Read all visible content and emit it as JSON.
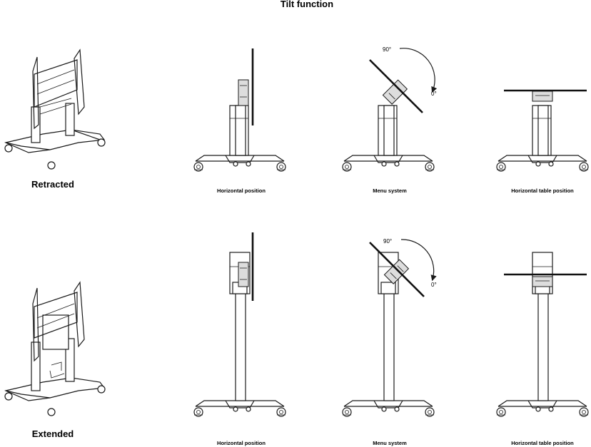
{
  "title": "Tilt function",
  "rows": [
    {
      "label": "Retracted",
      "captions": [
        "Horizontal position",
        "Menu system",
        "Horizontal table position"
      ]
    },
    {
      "label": "Extended",
      "captions": [
        "Horizontal position",
        "Menu system",
        "Horizontal table position"
      ]
    }
  ],
  "angles": {
    "start": "90°",
    "end": "0°"
  },
  "colors": {
    "line": "#1a1a1a",
    "background": "#ffffff"
  }
}
